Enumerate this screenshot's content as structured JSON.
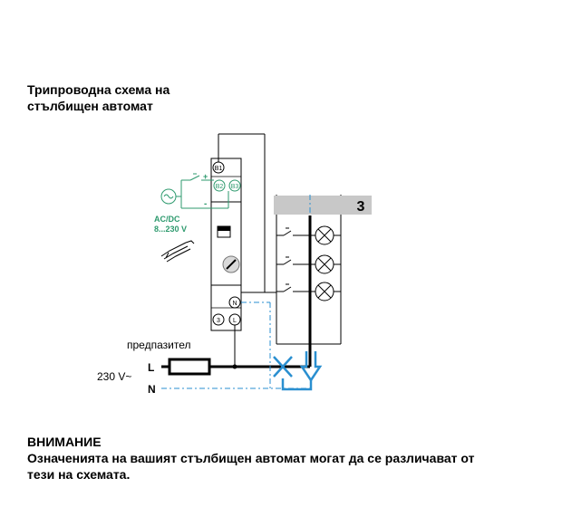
{
  "title": {
    "line1": "Трипроводна схема на",
    "line2": "стълбищен автомат"
  },
  "device": {
    "terminal_top": "B1",
    "terminal_b2": "B2",
    "terminal_b3": "B3",
    "terminal_n": "N",
    "terminal_3": "3",
    "terminal_l": "L",
    "supply_label_1": "AC/DC",
    "supply_label_2": "8...230 V",
    "plus_sign": "+",
    "minus_sign": "-"
  },
  "stairwell": {
    "number": "3"
  },
  "supply": {
    "fuse_label": "предпазител",
    "voltage": "230 V~",
    "line_l": "L",
    "line_n": "N"
  },
  "warning": {
    "heading": "ВНИМАНИЕ",
    "line1": "Означенията на вашият стълбищен автомат могат да се различават от",
    "line2": "тези на схемата."
  },
  "colors": {
    "green": "#2e9a6e",
    "blue": "#2a8fd0",
    "panel_gray": "#c8c8c8"
  }
}
